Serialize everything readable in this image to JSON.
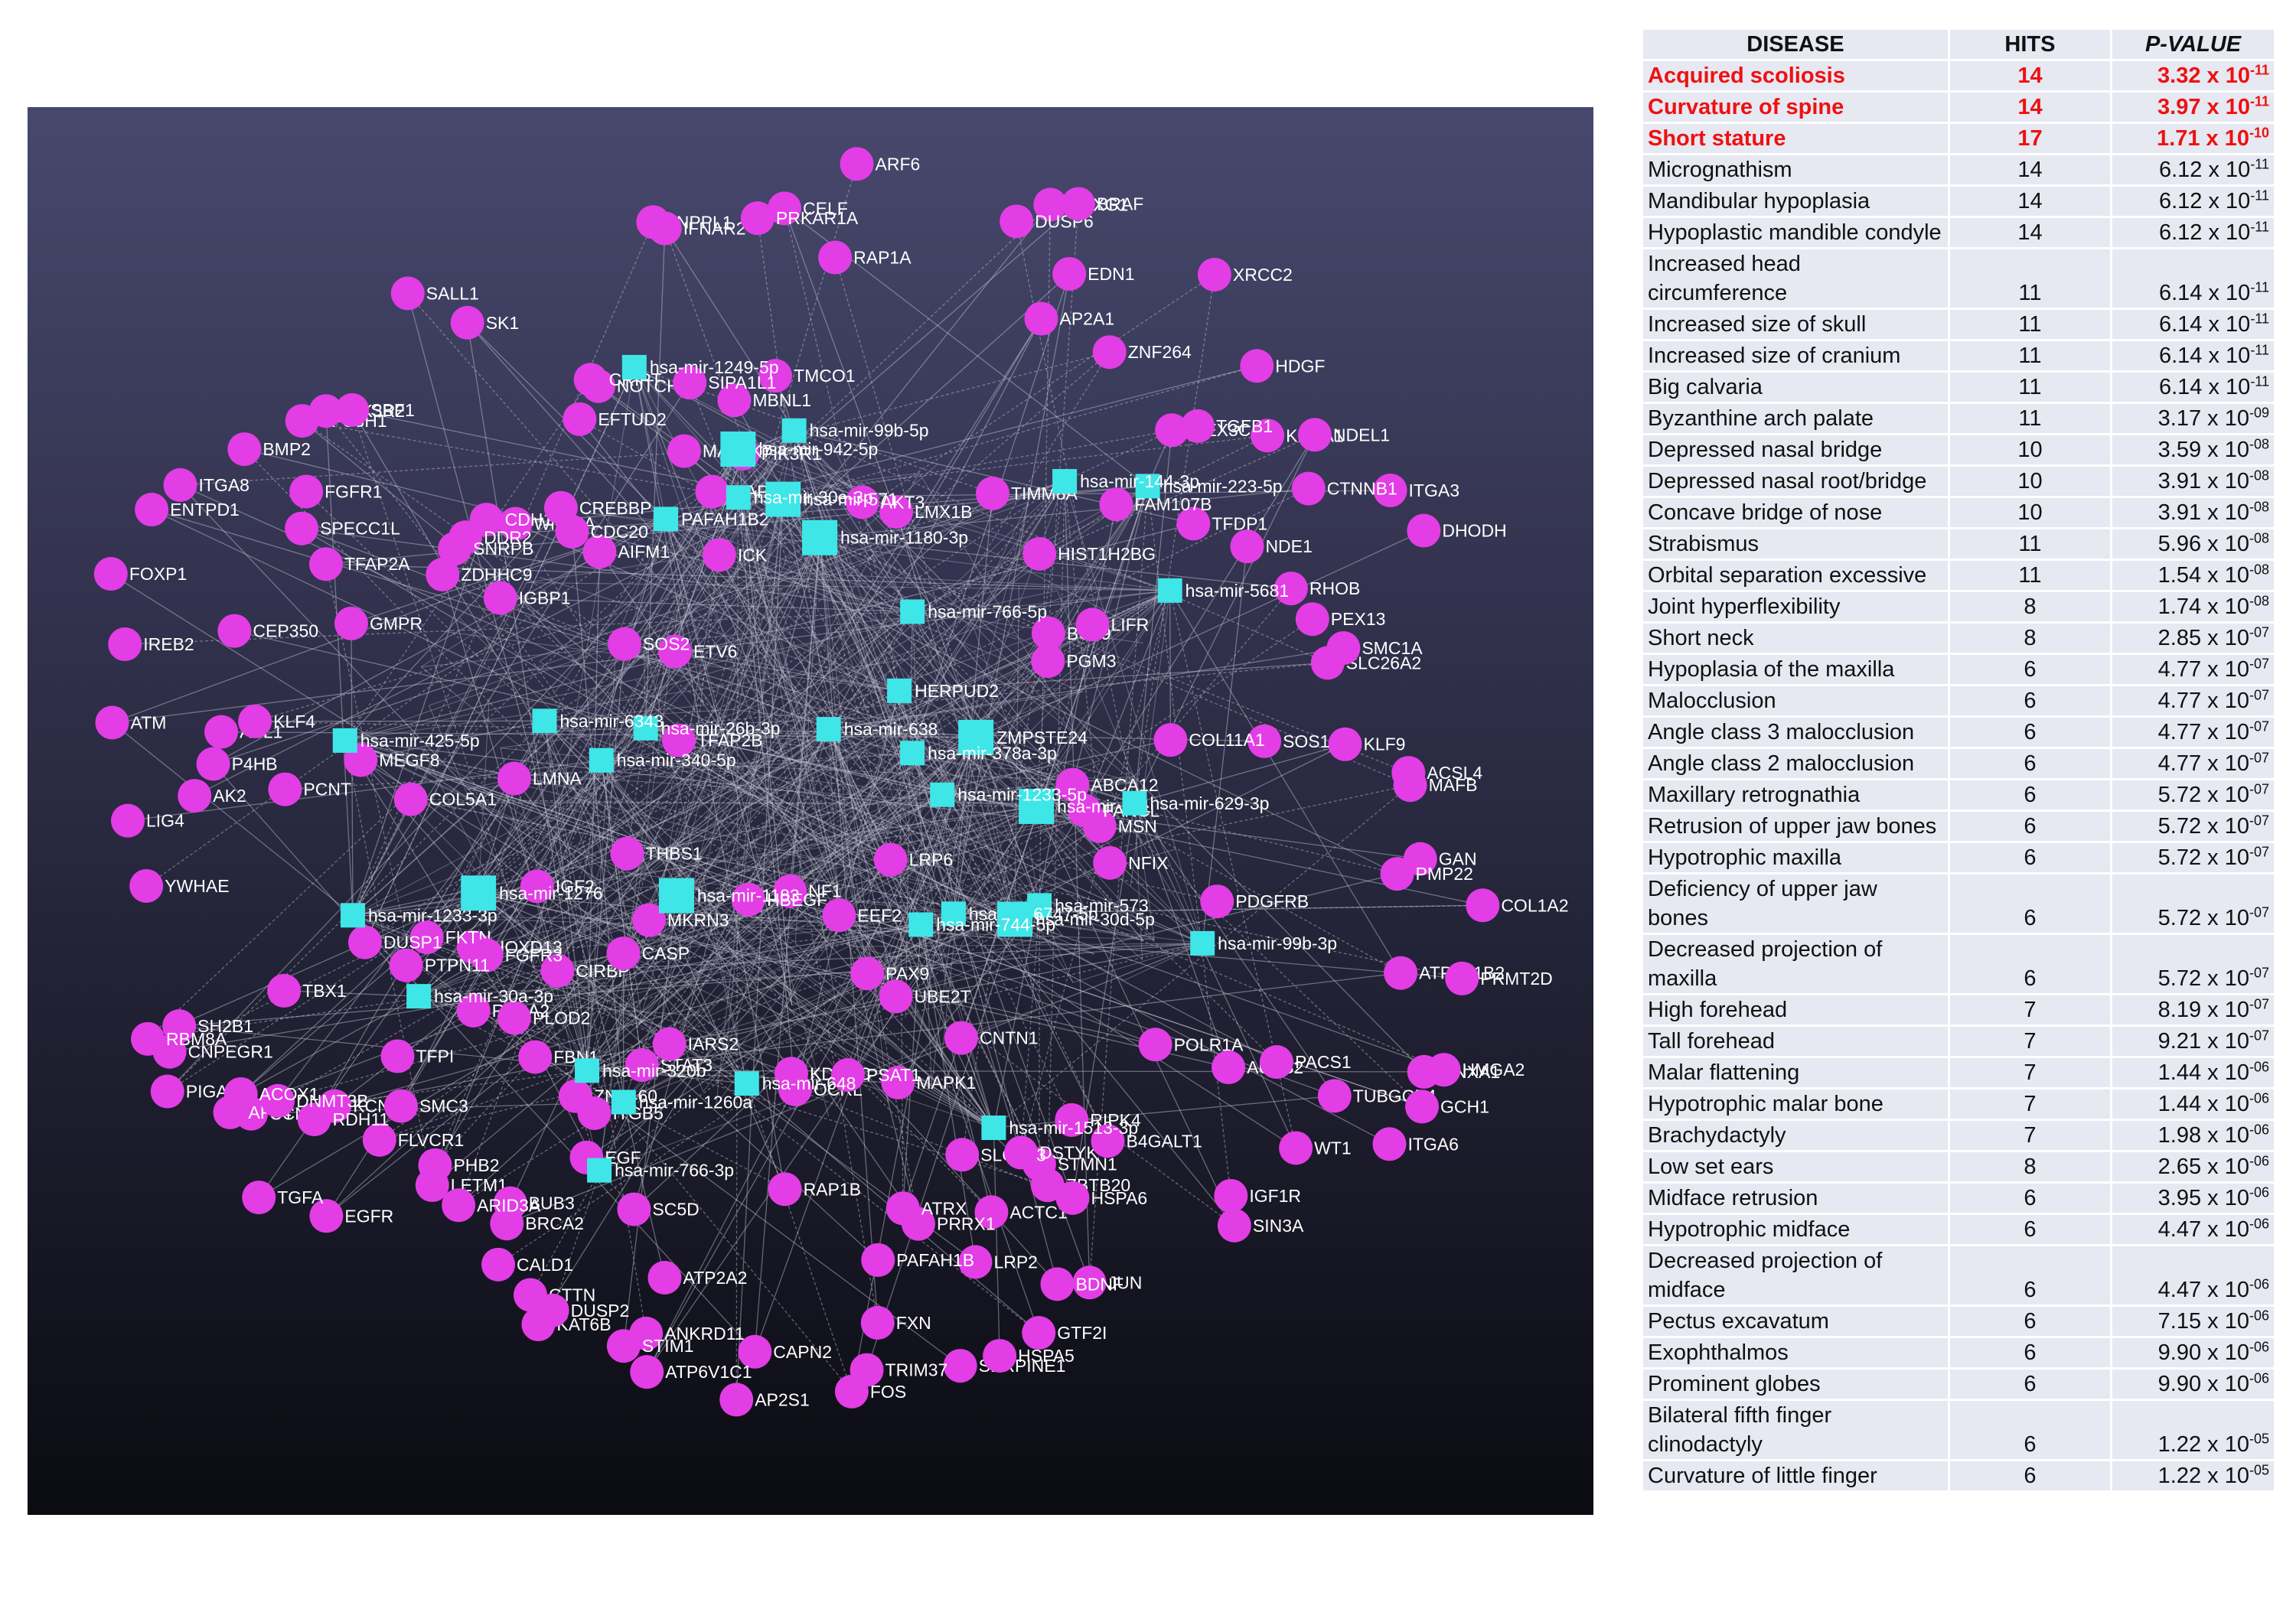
{
  "colors": {
    "gene": "#e33de6",
    "mirna": "#3fe6e8",
    "edge": "#c8c8d8",
    "highlight": "#ee1111"
  },
  "table": {
    "headers": {
      "disease": "DISEASE",
      "hits": "HITS",
      "pvalue": "P-VALUE"
    },
    "rows": [
      {
        "name": "Acquired scoliosis",
        "hits": "14",
        "mant": "3.32 x 10",
        "exp": "-11",
        "highlight": true
      },
      {
        "name": "Curvature of spine",
        "hits": "14",
        "mant": "3.97 x 10",
        "exp": "-11",
        "highlight": true
      },
      {
        "name": "Short stature",
        "hits": "17",
        "mant": "1.71 x 10",
        "exp": "-10",
        "highlight": true
      },
      {
        "name": "Micrognathism",
        "hits": "14",
        "mant": "6.12 x 10",
        "exp": "-11"
      },
      {
        "name": "Mandibular hypoplasia",
        "hits": "14",
        "mant": "6.12 x 10",
        "exp": "-11"
      },
      {
        "name": "Hypoplastic mandible condyle",
        "hits": "14",
        "mant": "6.12 x 10",
        "exp": "-11"
      },
      {
        "name": "Increased head circumference",
        "hits": "11",
        "mant": "6.14 x 10",
        "exp": "-11"
      },
      {
        "name": "Increased size of skull",
        "hits": "11",
        "mant": "6.14 x 10",
        "exp": "-11"
      },
      {
        "name": "Increased size of cranium",
        "hits": "11",
        "mant": "6.14 x 10",
        "exp": "-11"
      },
      {
        "name": "Big calvaria",
        "hits": "11",
        "mant": "6.14 x 10",
        "exp": "-11"
      },
      {
        "name": "Byzanthine arch palate",
        "hits": "11",
        "mant": "3.17 x 10",
        "exp": "-09"
      },
      {
        "name": "Depressed nasal bridge",
        "hits": "10",
        "mant": "3.59 x 10",
        "exp": "-08"
      },
      {
        "name": "Depressed nasal root/bridge",
        "hits": "10",
        "mant": "3.91 x 10",
        "exp": "-08"
      },
      {
        "name": "Concave bridge of nose",
        "hits": "10",
        "mant": "3.91 x 10",
        "exp": "-08"
      },
      {
        "name": "Strabismus",
        "hits": "11",
        "mant": "5.96 x 10",
        "exp": "-08"
      },
      {
        "name": "Orbital separation excessive",
        "hits": "11",
        "mant": "1.54 x 10",
        "exp": "-08"
      },
      {
        "name": "Joint hyperflexibility",
        "hits": "8",
        "mant": "1.74 x 10",
        "exp": "-08"
      },
      {
        "name": "Short neck",
        "hits": "8",
        "mant": "2.85 x 10",
        "exp": "-07"
      },
      {
        "name": "Hypoplasia of the maxilla",
        "hits": "6",
        "mant": "4.77 x 10",
        "exp": "-07"
      },
      {
        "name": "Malocclusion",
        "hits": "6",
        "mant": "4.77 x 10",
        "exp": "-07"
      },
      {
        "name": "Angle class 3 malocclusion",
        "hits": "6",
        "mant": "4.77 x 10",
        "exp": "-07"
      },
      {
        "name": "Angle class 2 malocclusion",
        "hits": "6",
        "mant": "4.77 x 10",
        "exp": "-07"
      },
      {
        "name": "Maxillary retrognathia",
        "hits": "6",
        "mant": "5.72 x 10",
        "exp": "-07"
      },
      {
        "name": "Retrusion of upper jaw bones",
        "hits": "6",
        "mant": "5.72 x 10",
        "exp": "-07"
      },
      {
        "name": "Hypotrophic maxilla",
        "hits": "6",
        "mant": "5.72 x 10",
        "exp": "-07"
      },
      {
        "name": "Deficiency of upper jaw bones",
        "hits": "6",
        "mant": "5.72 x 10",
        "exp": "-07"
      },
      {
        "name": "Decreased projection of maxilla",
        "hits": "6",
        "mant": "5.72 x 10",
        "exp": "-07"
      },
      {
        "name": "High forehead",
        "hits": "7",
        "mant": "8.19 x 10",
        "exp": "-07"
      },
      {
        "name": "Tall forehead",
        "hits": "7",
        "mant": "9.21 x 10",
        "exp": "-07"
      },
      {
        "name": "Malar flattening",
        "hits": "7",
        "mant": "1.44 x 10",
        "exp": "-06"
      },
      {
        "name": "Hypotrophic malar bone",
        "hits": "7",
        "mant": "1.44 x 10",
        "exp": "-06"
      },
      {
        "name": "Brachydactyly",
        "hits": "7",
        "mant": "1.98 x 10",
        "exp": "-06"
      },
      {
        "name": "Low set ears",
        "hits": "8",
        "mant": "2.65 x 10",
        "exp": "-06"
      },
      {
        "name": "Midface retrusion",
        "hits": "6",
        "mant": "3.95 x 10",
        "exp": "-06"
      },
      {
        "name": "Hypotrophic midface",
        "hits": "6",
        "mant": "4.47 x 10",
        "exp": "-06"
      },
      {
        "name": "Decreased projection of midface",
        "hits": "6",
        "mant": "4.47 x 10",
        "exp": "-06"
      },
      {
        "name": "Pectus excavatum",
        "hits": "6",
        "mant": "7.15 x 10",
        "exp": "-06"
      },
      {
        "name": "Exophthalmos",
        "hits": "6",
        "mant": "9.90 x 10",
        "exp": "-06"
      },
      {
        "name": "Prominent globes",
        "hits": "6",
        "mant": "9.90 x 10",
        "exp": "-06"
      },
      {
        "name": "Bilateral fifth finger clinodactyly",
        "hits": "6",
        "mant": "1.22 x 10",
        "exp": "-05"
      },
      {
        "name": "Curvature of little finger",
        "hits": "6",
        "mant": "1.22 x 10",
        "exp": "-05"
      }
    ]
  },
  "network": {
    "genes": [
      "PEX13",
      "GMPR",
      "FGFR1",
      "AP2S1",
      "TFPI",
      "SC5D",
      "LMX1B",
      "LETM1",
      "HOXD13",
      "NFIX",
      "AK2",
      "AIFM1",
      "SLC26A2",
      "ITGA3",
      "XRCC2",
      "CTTN",
      "TIMM8A",
      "TUBGCP4",
      "FKTN",
      "PGM3",
      "TMCO1",
      "BUB3",
      "KCNJ6",
      "CIRBP",
      "WT1",
      "CNPEGR1",
      "ZFC3H1",
      "PIK3R2",
      "KAT6B",
      "ABCA12",
      "SH2B1",
      "ANXA1",
      "CAPN2",
      "AP2A1",
      "BCL9",
      "BMP2",
      "GCH1",
      "TFAP2A",
      "PDGFRB",
      "PIK3R1",
      "ENTPD1",
      "KLF9",
      "FOXG1",
      "LRP2",
      "BRCA2",
      "FOS",
      "SOS1",
      "FBN1",
      "EGFR",
      "KPNA1",
      "WNT5A",
      "POLR1A",
      "SBF1",
      "NDEL1",
      "COL5A1",
      "STAT3",
      "MEGF8",
      "MAPK1",
      "SK1",
      "SERPINE1",
      "DUSP6",
      "RAP1A",
      "IARS2",
      "EGF",
      "CCNF",
      "TGFA",
      "OCRL",
      "PIGA",
      "MEX3C",
      "CTNNB1",
      "GAN",
      "DUSP2",
      "ACTC1",
      "HSPA5",
      "ZNF460",
      "ATM",
      "CALD1",
      "SPECC1L",
      "HDGF",
      "FLVCR1",
      "EFTUD2",
      "RHOB",
      "ATP6V1B2",
      "STMN1",
      "ABL1",
      "DHODH",
      "HIST1H2BG",
      "SALL1",
      "LRP6",
      "PRMT2D",
      "YWHAE",
      "KDM5C",
      "PAFAH1B",
      "ACSL4",
      "PHB2",
      "TRIM37",
      "KLF4",
      "CELF",
      "IGF1R",
      "SLC2A3",
      "PSAT1",
      "MAP3K7",
      "MKRN3",
      "MSN",
      "ARF6",
      "ZNF264",
      "RDH11",
      "CASP",
      "ATP2A2",
      "EEF2",
      "JUN",
      "SMC3",
      "RASA2",
      "NOTCH2",
      "DSTYK",
      "PMP22",
      "MAP2K1",
      "PAX9",
      "CDH1",
      "AFF4",
      "P4HB",
      "SMC1A",
      "FANCL",
      "CRIPT",
      "INPPL1",
      "DDR2",
      "MBNL1",
      "RAP1B",
      "LIFR",
      "CEP350",
      "PRRX1",
      "ATP6V1C1",
      "RIPK4",
      "NDE1",
      "HMGA2",
      "DNMT3B",
      "IFNAR2",
      "GTF2I",
      "NF1",
      "AUTS2",
      "DUSP1",
      "IREB2",
      "FOXP1",
      "B4GALT1",
      "COL1A2",
      "ATRX",
      "PLOD2",
      "ACOX1",
      "SIN3A",
      "CREBBP",
      "SIPA1L1",
      "IGF2",
      "PCNT",
      "BRAF",
      "PRKAR1A",
      "ARID3A",
      "ZBTB20",
      "THBS1",
      "TFDP1",
      "FXN",
      "RBM8A",
      "BDNF",
      "AKT3",
      "SNRPB",
      "HSPA6",
      "LMNA",
      "TGFB1",
      "CDC20",
      "EDN1",
      "FAM107B",
      "ANKRD11",
      "STIM1",
      "ZDHHC9",
      "ITGA6",
      "FGFR3",
      "ICK",
      "ETV6",
      "CNTN1",
      "TFAP2B",
      "ITGB5",
      "TBX1",
      "LIG4",
      "ITGA8",
      "PACS1",
      "MAFB",
      "PTPN11",
      "IGBP1",
      "SOS2",
      "COL11A1",
      "HBEGF",
      "UBE2T"
    ],
    "mirnas": [
      "hsa-mir-661",
      "hsa-mir-5681",
      "HERPUD2",
      "hsa-mir-1249-5p",
      "hsa-mir-1233-3p",
      "ZMPSTE24",
      "hsa-mir-573",
      "hsa-mir-766-3p",
      "hsa-mir-1260a",
      "PAFAH1B2",
      "hsa-mir-1276",
      "hsa-mir-1233-5p",
      "hsa-mir-6747-5p",
      "hsa-mir-629-3p",
      "hsa-mir-26b-3p",
      "hsa-mir-30d-5p",
      "hsa-mir-378a-3p",
      "hsa-mir-744-5p",
      "hsa-mir-340-5p",
      "hsa-mir-1513-3p",
      "hsa-mir-571",
      "hsa-mir-6343",
      "hsa-mir-223-5p",
      "hsa-mir-320b",
      "hsa-mir-425-5p",
      "hsa-mir-1183",
      "hsa-mir-648",
      "hsa-mir-99b-3p",
      "hsa-mir-766-5p",
      "hsa-mir-144-3p",
      "hsa-mir-942-5p",
      "hsa-mir-30e-3p",
      "hsa-mir-30a-3p",
      "hsa-mir-638",
      "hsa-mir-99b-5p",
      "hsa-mir-1180-3p"
    ]
  }
}
